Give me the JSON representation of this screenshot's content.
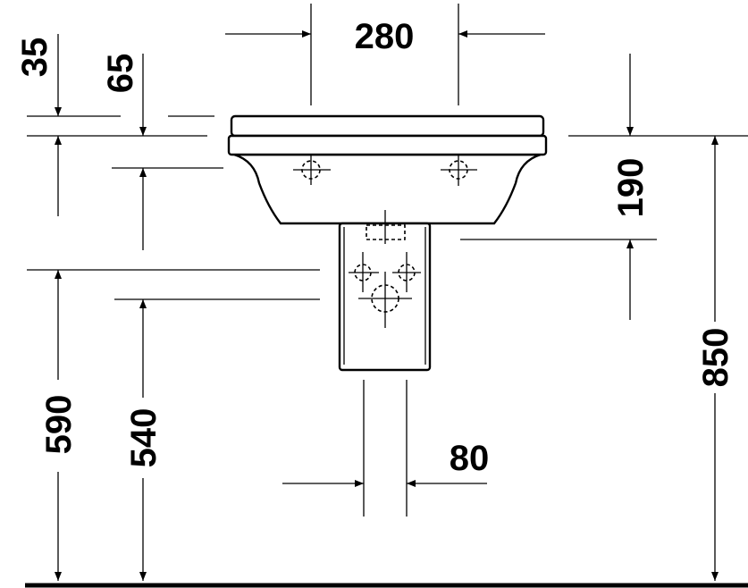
{
  "dimensions": {
    "top_width": "280",
    "top_offset_35": "35",
    "top_offset_65": "65",
    "depth_190": "190",
    "height_850": "850",
    "height_590": "590",
    "height_540": "540",
    "pedestal_gap_80": "80"
  },
  "colors": {
    "line": "#000000",
    "background": "#ffffff"
  }
}
